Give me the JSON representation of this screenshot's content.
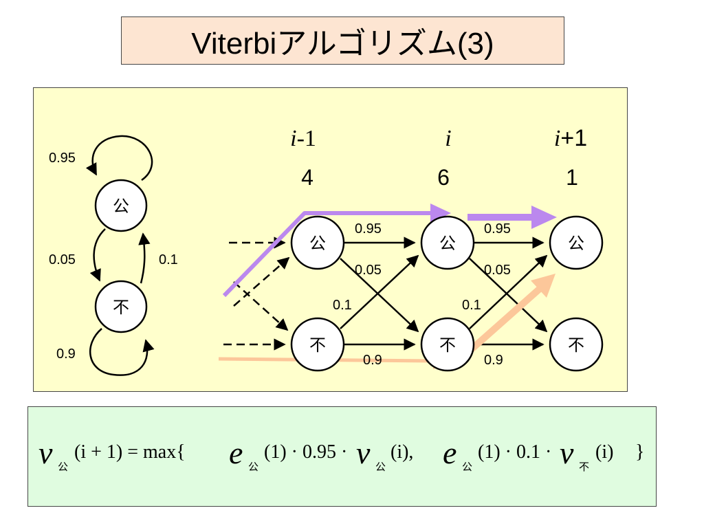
{
  "title": "Viterbiアルゴリズム(3)",
  "state_diagram": {
    "state_a": "公",
    "state_b": "不",
    "self_a": "0.95",
    "a_to_b": "0.05",
    "b_to_a": "0.1",
    "self_b": "0.9"
  },
  "trellis": {
    "columns": [
      {
        "header_i": "i",
        "header_suffix": "-1",
        "observation": "4"
      },
      {
        "header_i": "i",
        "header_suffix": "",
        "observation": "6"
      },
      {
        "header_i": "i",
        "header_suffix": "+1",
        "observation": "1"
      }
    ],
    "state_a": "公",
    "state_b": "不",
    "edge_labels": {
      "aa_1": "0.95",
      "aa_2": "0.95",
      "ab_1": "0.05",
      "ab_2": "0.05",
      "ba_1": "0.1",
      "ba_2": "0.1",
      "bb_1": "0.9",
      "bb_2": "0.9"
    },
    "colors": {
      "purple": "#bb88ee",
      "orange": "#fcc79a"
    }
  },
  "formula": {
    "v": "v",
    "e": "e",
    "sub_a": "公",
    "sub_b": "不",
    "lhs_arg": "(i + 1) = max{",
    "e1_arg": "(1) · 0.95 ·",
    "v1_arg": "(i),",
    "e2_arg": "(1) · 0.1 ·",
    "v2_arg": "(i)",
    "close": "}"
  }
}
